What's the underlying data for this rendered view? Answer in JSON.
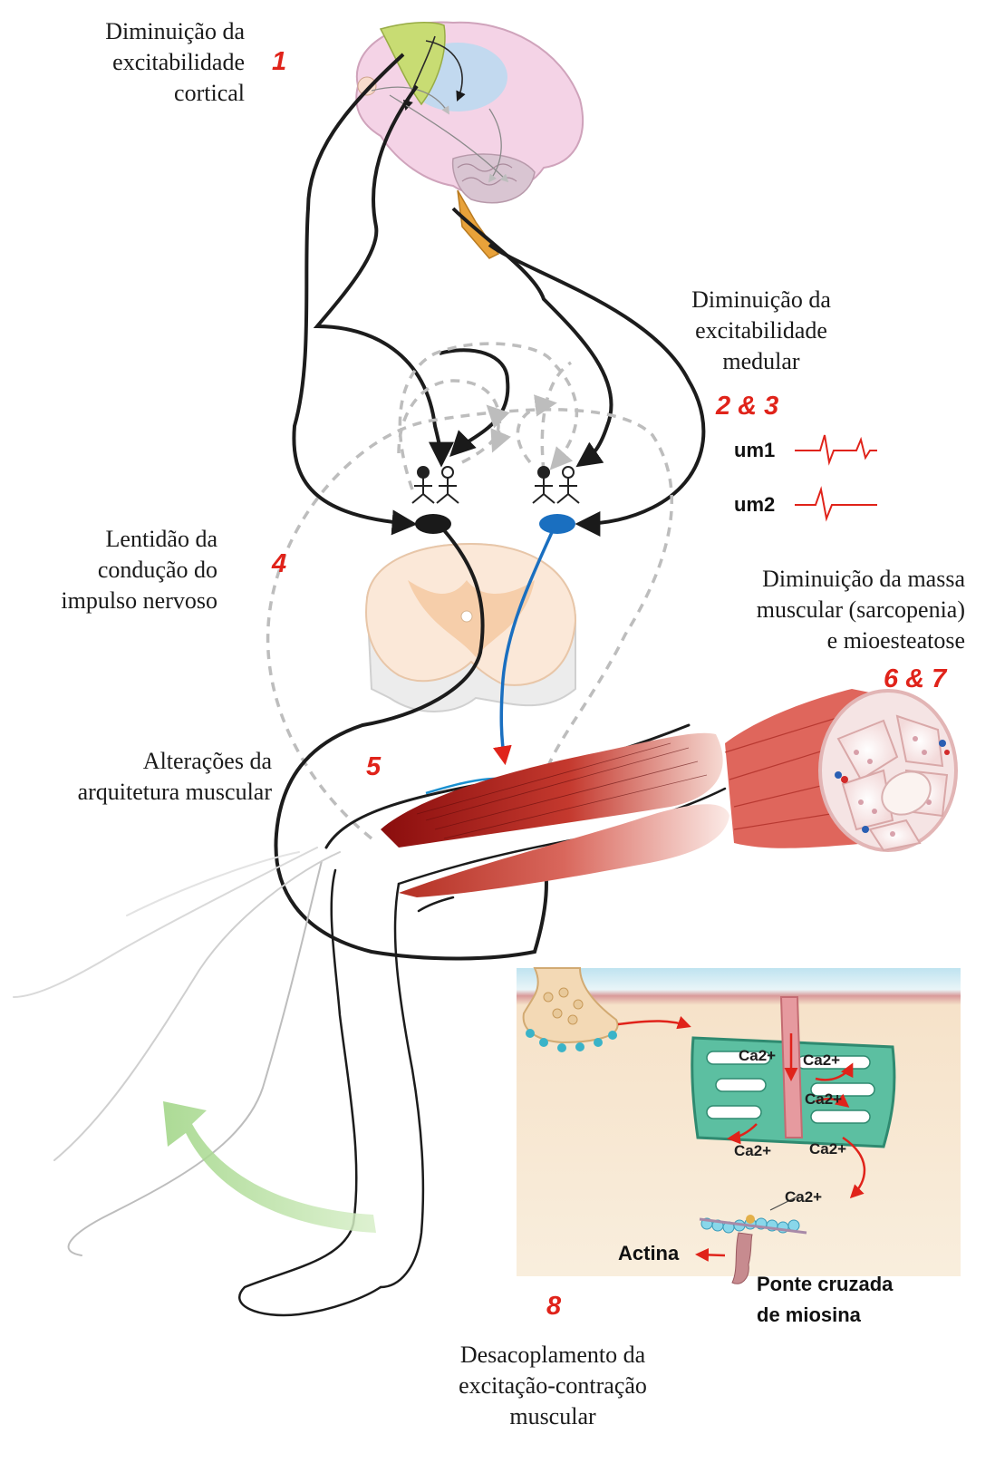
{
  "labels": {
    "cortical": [
      "Diminuição da",
      "excitabilidade",
      "cortical"
    ],
    "medular": [
      "Diminuição da",
      "excitabilidade",
      "medular"
    ],
    "conduction": [
      "Lentidão da",
      "condução do",
      "impulso nervoso"
    ],
    "mass": [
      "Diminuição da massa",
      "muscular (sarcopenia)",
      "e mioesteatose"
    ],
    "architecture": [
      "Alterações da",
      "arquitetura muscular"
    ],
    "uncoupling": [
      "Desacoplamento da",
      "excitação-contração",
      "muscular"
    ]
  },
  "numbers": {
    "n1": "1",
    "n23": "2 & 3",
    "n4": "4",
    "n5": "5",
    "n67": "6 & 7",
    "n8": "8"
  },
  "motor_units": {
    "um1": "um1",
    "um2": "um2"
  },
  "calcium": {
    "ca1": "Ca2+",
    "ca2": "Ca2+",
    "ca3": "Ca2+",
    "ca4": "Ca2+",
    "ca5": "Ca2+",
    "ca6": "Ca2+"
  },
  "muscle_labels": {
    "actin": "Actina",
    "myosin": [
      "Ponte cruzada",
      "de miosina"
    ]
  },
  "colors": {
    "number_red": "#e0231a",
    "axon_blue": "#1a6fc0",
    "muscle_red": "#b8221a",
    "arrow_green": "#a8d890",
    "sr_green": "#2f9a7e"
  }
}
